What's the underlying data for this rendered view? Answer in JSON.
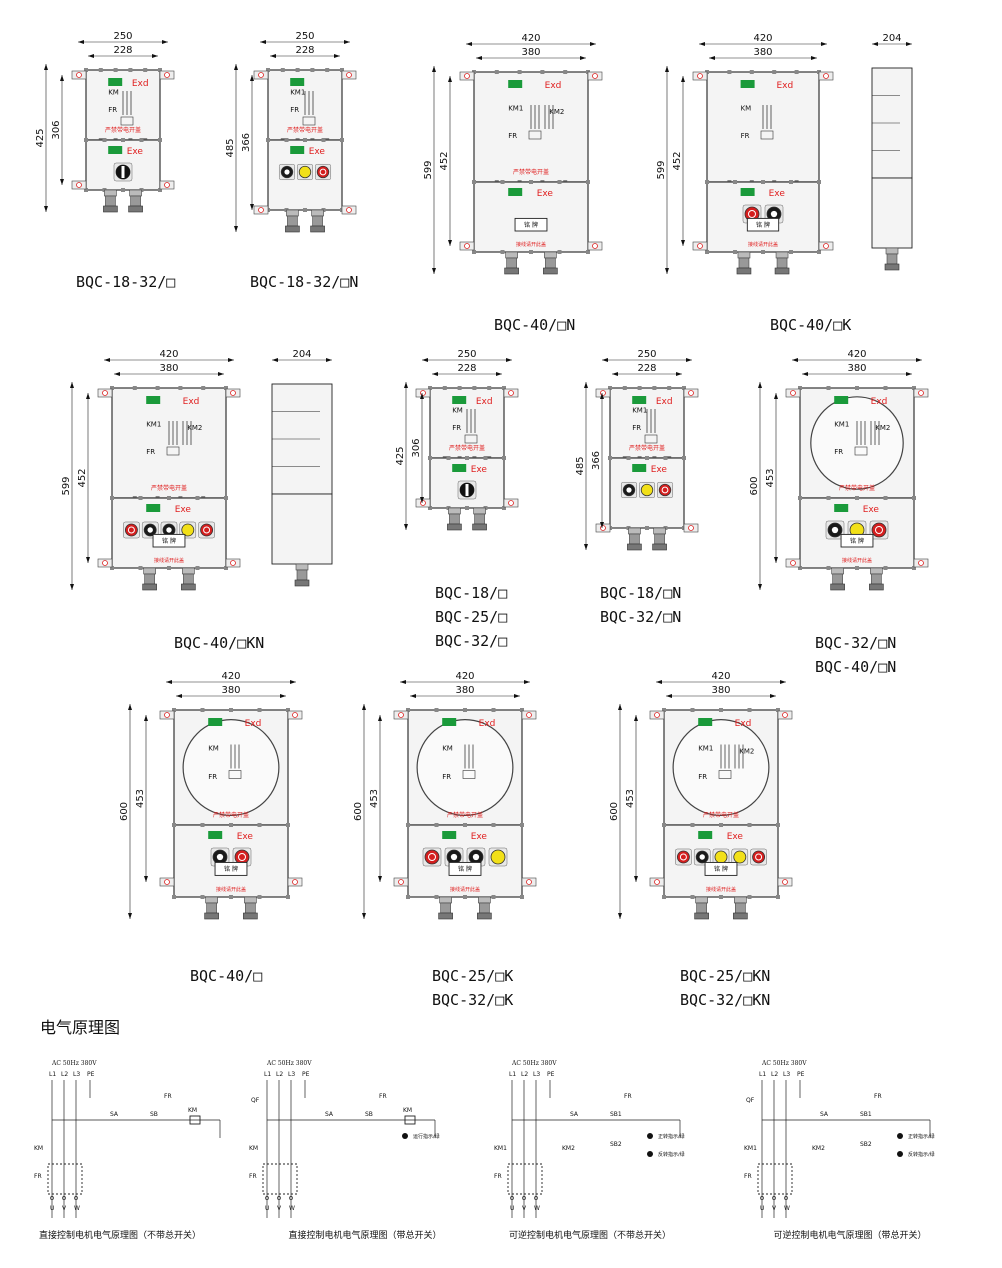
{
  "figures": [
    {
      "id": "f1",
      "caption_lines": [
        "BQC-18-32/□"
      ],
      "dims": {
        "outer_w": "250",
        "inner_w": "228",
        "height": "425",
        "body_h": "306"
      },
      "labels": {
        "upper": "Exd",
        "lower": "Exe",
        "km": "KM",
        "fr": "FR",
        "warn": "严禁带电开盖"
      },
      "controls": [
        "selector"
      ]
    },
    {
      "id": "f2",
      "caption_lines": [
        "BQC-18-32/□N"
      ],
      "dims": {
        "outer_w": "250",
        "inner_w": "228",
        "height": "485",
        "body_h": "366"
      },
      "labels": {
        "upper": "",
        "lower": "Exe",
        "km": "KM1",
        "fr": "FR",
        "warn": "严禁带电开盖"
      },
      "controls": [
        "black",
        "yellow",
        "red"
      ]
    },
    {
      "id": "f3",
      "caption_lines": [
        "BQC-40/□N"
      ],
      "dims": {
        "outer_w": "420",
        "inner_w": "380",
        "height": "599",
        "body_h": "452"
      },
      "labels": {
        "upper": "Exd",
        "lower": "Exe",
        "km": "KM1",
        "km2": "KM2",
        "fr": "FR",
        "warn": "严禁带电开盖",
        "plate": "铭 牌",
        "note": "接线请开此盖"
      },
      "controls": []
    },
    {
      "id": "f4",
      "caption_lines": [
        "BQC-40/□K"
      ],
      "dims": {
        "outer_w": "420",
        "inner_w": "380",
        "height": "599",
        "body_h": "452",
        "side": "204"
      },
      "labels": {
        "upper": "Exd",
        "lower": "Exe",
        "km": "KM",
        "fr": "FR",
        "warn": "",
        "plate": "铭 牌",
        "note": "接线请开此盖"
      },
      "controls": [
        "red",
        "black"
      ]
    },
    {
      "id": "f5",
      "caption_lines": [
        "BQC-40/□KN"
      ],
      "dims": {
        "outer_w": "420",
        "inner_w": "380",
        "height": "599",
        "body_h": "452",
        "side": "204"
      },
      "labels": {
        "upper": "Exd",
        "lower": "Exe",
        "km": "KM1",
        "km2": "KM2",
        "fr": "FR",
        "warn": "严禁带电开盖",
        "plate": "铭 牌",
        "note": "接线请开此盖"
      },
      "controls": [
        "red",
        "black",
        "black",
        "yellow",
        "red"
      ]
    },
    {
      "id": "f6",
      "caption_lines": [
        "BQC-18/□",
        "BQC-25/□",
        "BQC-32/□"
      ],
      "dims": {
        "outer_w": "250",
        "inner_w": "228",
        "height": "425",
        "body_h": "306"
      },
      "labels": {
        "upper": "Exd",
        "lower": "Exe",
        "km": "KM",
        "fr": "FR",
        "warn": "严禁带电开盖"
      },
      "controls": [
        "selector"
      ]
    },
    {
      "id": "f7",
      "caption_lines": [
        "BQC-18/□N",
        "BQC-32/□N"
      ],
      "dims": {
        "outer_w": "250",
        "inner_w": "228",
        "height": "485",
        "body_h": "366"
      },
      "labels": {
        "upper": "Exd",
        "lower": "Exe",
        "km": "KM1",
        "fr": "FR",
        "warn": "严禁带电开盖"
      },
      "controls": [
        "black",
        "yellow",
        "red"
      ]
    },
    {
      "id": "f8",
      "caption_lines": [
        "BQC-32/□N",
        "BQC-40/□N"
      ],
      "dims": {
        "outer_w": "420",
        "inner_w": "380",
        "height": "600",
        "body_h": "453"
      },
      "labels": {
        "upper": "Exd",
        "lower": "Exe",
        "km": "KM1",
        "km2": "KM2",
        "fr": "FR",
        "warn": "严禁带电开盖",
        "plate": "铭 牌",
        "note": "接线请开此盖"
      },
      "controls": [
        "black",
        "yellow",
        "red"
      ]
    },
    {
      "id": "f9",
      "caption_lines": [
        "BQC-40/□"
      ],
      "dims": {
        "outer_w": "420",
        "inner_w": "380",
        "height": "600",
        "body_h": "453"
      },
      "labels": {
        "upper": "Exd",
        "lower": "Exe",
        "km": "KM",
        "fr": "FR",
        "warn": "严禁带电开盖",
        "plate": "铭 牌",
        "note": "接线请开此盖"
      },
      "controls": [
        "black",
        "red"
      ]
    },
    {
      "id": "f10",
      "caption_lines": [
        "BQC-25/□K",
        "BQC-32/□K"
      ],
      "dims": {
        "outer_w": "420",
        "inner_w": "380",
        "height": "600",
        "body_h": "453"
      },
      "labels": {
        "upper": "Exd",
        "lower": "Exe",
        "km": "KM",
        "fr": "FR",
        "warn": "严禁带电开盖",
        "plate": "铭 牌",
        "note": "接线请开此盖"
      },
      "controls": [
        "red",
        "black",
        "black",
        "yellow"
      ]
    },
    {
      "id": "f11",
      "caption_lines": [
        "BQC-25/□KN",
        "BQC-32/□KN"
      ],
      "dims": {
        "outer_w": "420",
        "inner_w": "380",
        "height": "600",
        "body_h": "453"
      },
      "labels": {
        "upper": "Exd",
        "lower": "Exe",
        "km": "KM1",
        "km2": "KM2",
        "fr": "FR",
        "warn": "严禁带电开盖",
        "plate": "铭 牌",
        "note": "接线请开此盖"
      },
      "controls": [
        "red",
        "black",
        "yellow",
        "yellow",
        "red"
      ]
    }
  ],
  "section_title": "电气原理图",
  "circuits": [
    {
      "id": "c1",
      "supply": "AC 50Hz 380V",
      "caption": "直接控制电机电气原理图（不带总开关）",
      "phases": [
        "L1",
        "L2",
        "L3",
        "PE"
      ],
      "outputs": [
        "U",
        "V",
        "W"
      ],
      "labels": {
        "km": "KM",
        "fr": "FR",
        "sa": "SA",
        "sb": "SB",
        "km_coil": "KM",
        "qf": ""
      },
      "lamps": []
    },
    {
      "id": "c2",
      "supply": "AC 50Hz 380V",
      "caption": "直接控制电机电气原理图（带总开关）",
      "phases": [
        "L1",
        "L2",
        "L3",
        "PE"
      ],
      "outputs": [
        "U",
        "V",
        "W"
      ],
      "labels": {
        "km": "KM",
        "fr": "FR",
        "sa": "SA",
        "sb": "SB",
        "km_coil": "KM",
        "qf": "QF"
      },
      "lamps": [
        "运行指示/绿"
      ]
    },
    {
      "id": "c3",
      "supply": "AC 50Hz 380V",
      "caption": "可逆控制电机电气原理图（不带总开关）",
      "phases": [
        "L1",
        "L2",
        "L3",
        "PE"
      ],
      "outputs": [
        "U",
        "V",
        "W"
      ],
      "labels": {
        "km": "KM1",
        "km2": "KM2",
        "fr": "FR",
        "sa": "SA",
        "sb1": "SB1",
        "sb2": "SB2",
        "qf": ""
      },
      "lamps": [
        "正转指示/绿",
        "反转指示/绿"
      ]
    },
    {
      "id": "c4",
      "supply": "AC 50Hz 380V",
      "caption": "可逆控制电机电气原理图（带总开关）",
      "phases": [
        "L1",
        "L2",
        "L3",
        "PE"
      ],
      "outputs": [
        "U",
        "V",
        "W"
      ],
      "labels": {
        "km": "KM1",
        "km2": "KM2",
        "fr": "FR",
        "sa": "SA",
        "sb1": "SB1",
        "sb2": "SB2",
        "qf": "QF"
      },
      "lamps": [
        "正转指示/绿",
        "反转指示/绿"
      ]
    }
  ],
  "colors": {
    "line": "#222222",
    "red_text": "#e02020",
    "flange": "#d8d8d8",
    "box": "#f4f4f4",
    "green": "#1a9a3a",
    "red_btn": "#d41e1e",
    "yellow_btn": "#f2e018",
    "black_btn": "#1a1a1a"
  }
}
